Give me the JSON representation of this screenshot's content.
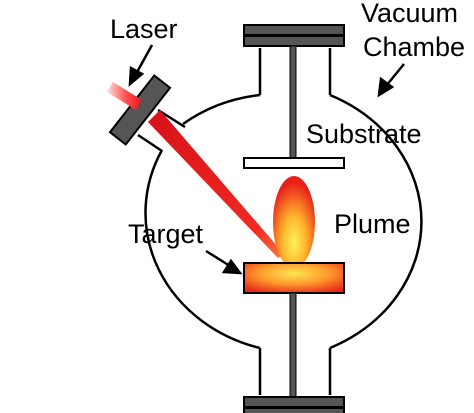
{
  "labels": {
    "laser": "Laser",
    "vacuum_line1": "Vacuum",
    "vacuum_line2": "Chambe",
    "substrate": "Substrate",
    "plume": "Plume",
    "target": "Target"
  },
  "colors": {
    "outline": "#000000",
    "flange_fill": "#555555",
    "rod": "#555555",
    "beam_red": "#e8141c",
    "plume_core": "#ffe84a",
    "plume_edge": "#e8201a",
    "target_center": "#ffe650",
    "target_edge": "#e8281c",
    "substrate_fill": "#ffffff"
  }
}
